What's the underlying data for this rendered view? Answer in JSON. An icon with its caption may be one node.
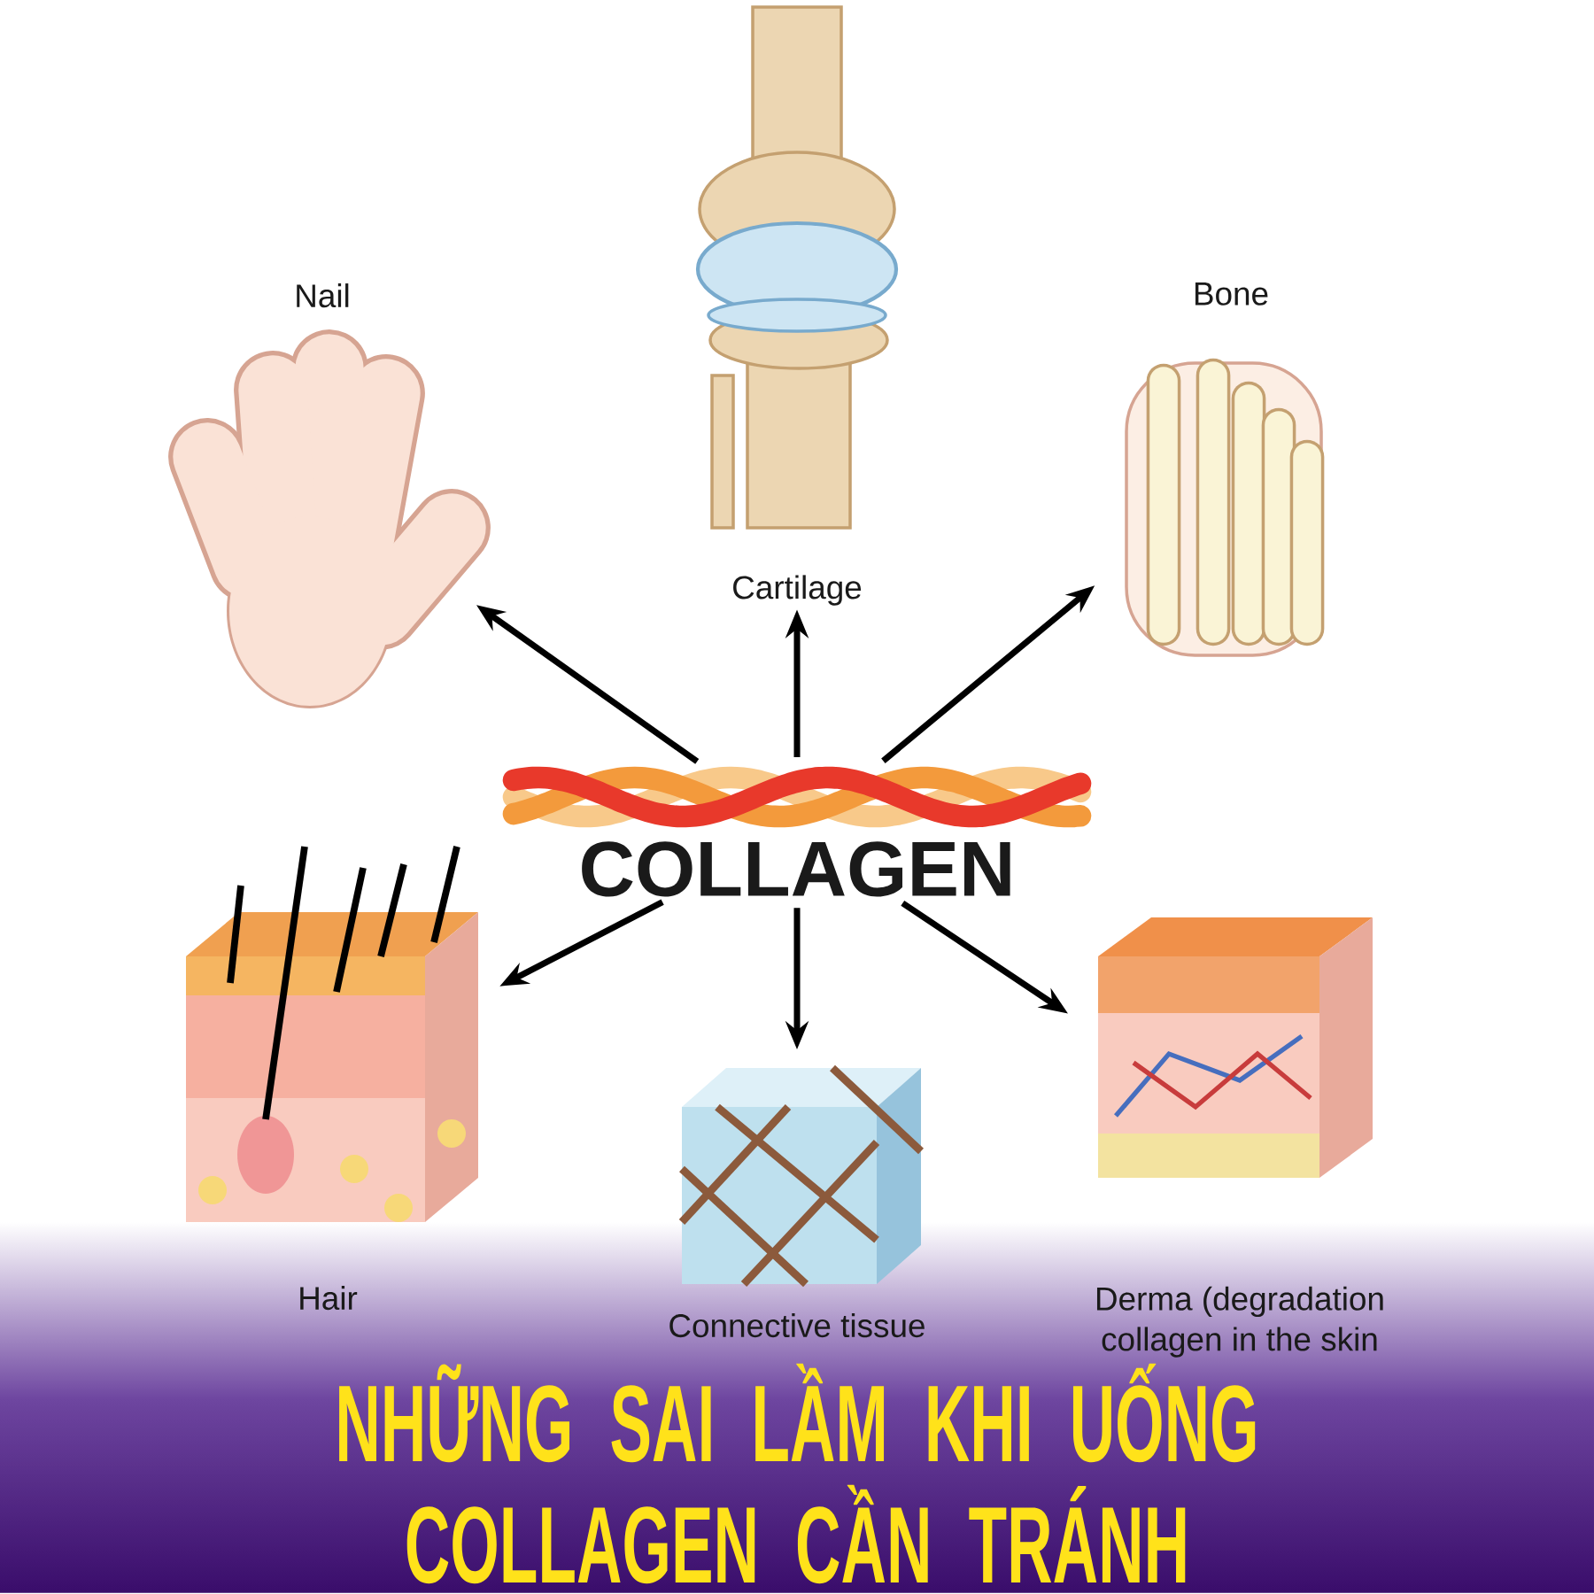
{
  "diagram": {
    "title": "NHỮNG SAI LẦM KHI UỐNG COLLAGEN CẦN TRÁNH",
    "nodes": [
      {
        "text": [
          "COLLAGEN"
        ]
      },
      {
        "text": [
          "Nail"
        ]
      },
      {
        "text": [
          "Cartilage"
        ]
      },
      {
        "text": [
          "Bone"
        ]
      },
      {
        "text": [
          "Hair"
        ]
      },
      {
        "text": [
          "Connective tissue"
        ]
      },
      {
        "text": [
          "Derma (degradation collagen in the skin"
        ]
      }
    ],
    "edges": [
      {
        "from": 0,
        "to": 1,
        "arrow": "to"
      },
      {
        "from": 0,
        "to": 2,
        "arrow": "to"
      },
      {
        "from": 0,
        "to": 3,
        "arrow": "to"
      },
      {
        "from": 0,
        "to": 4,
        "arrow": "to"
      },
      {
        "from": 0,
        "to": 5,
        "arrow": "to"
      },
      {
        "from": 0,
        "to": 6,
        "arrow": "to"
      }
    ]
  }
}
